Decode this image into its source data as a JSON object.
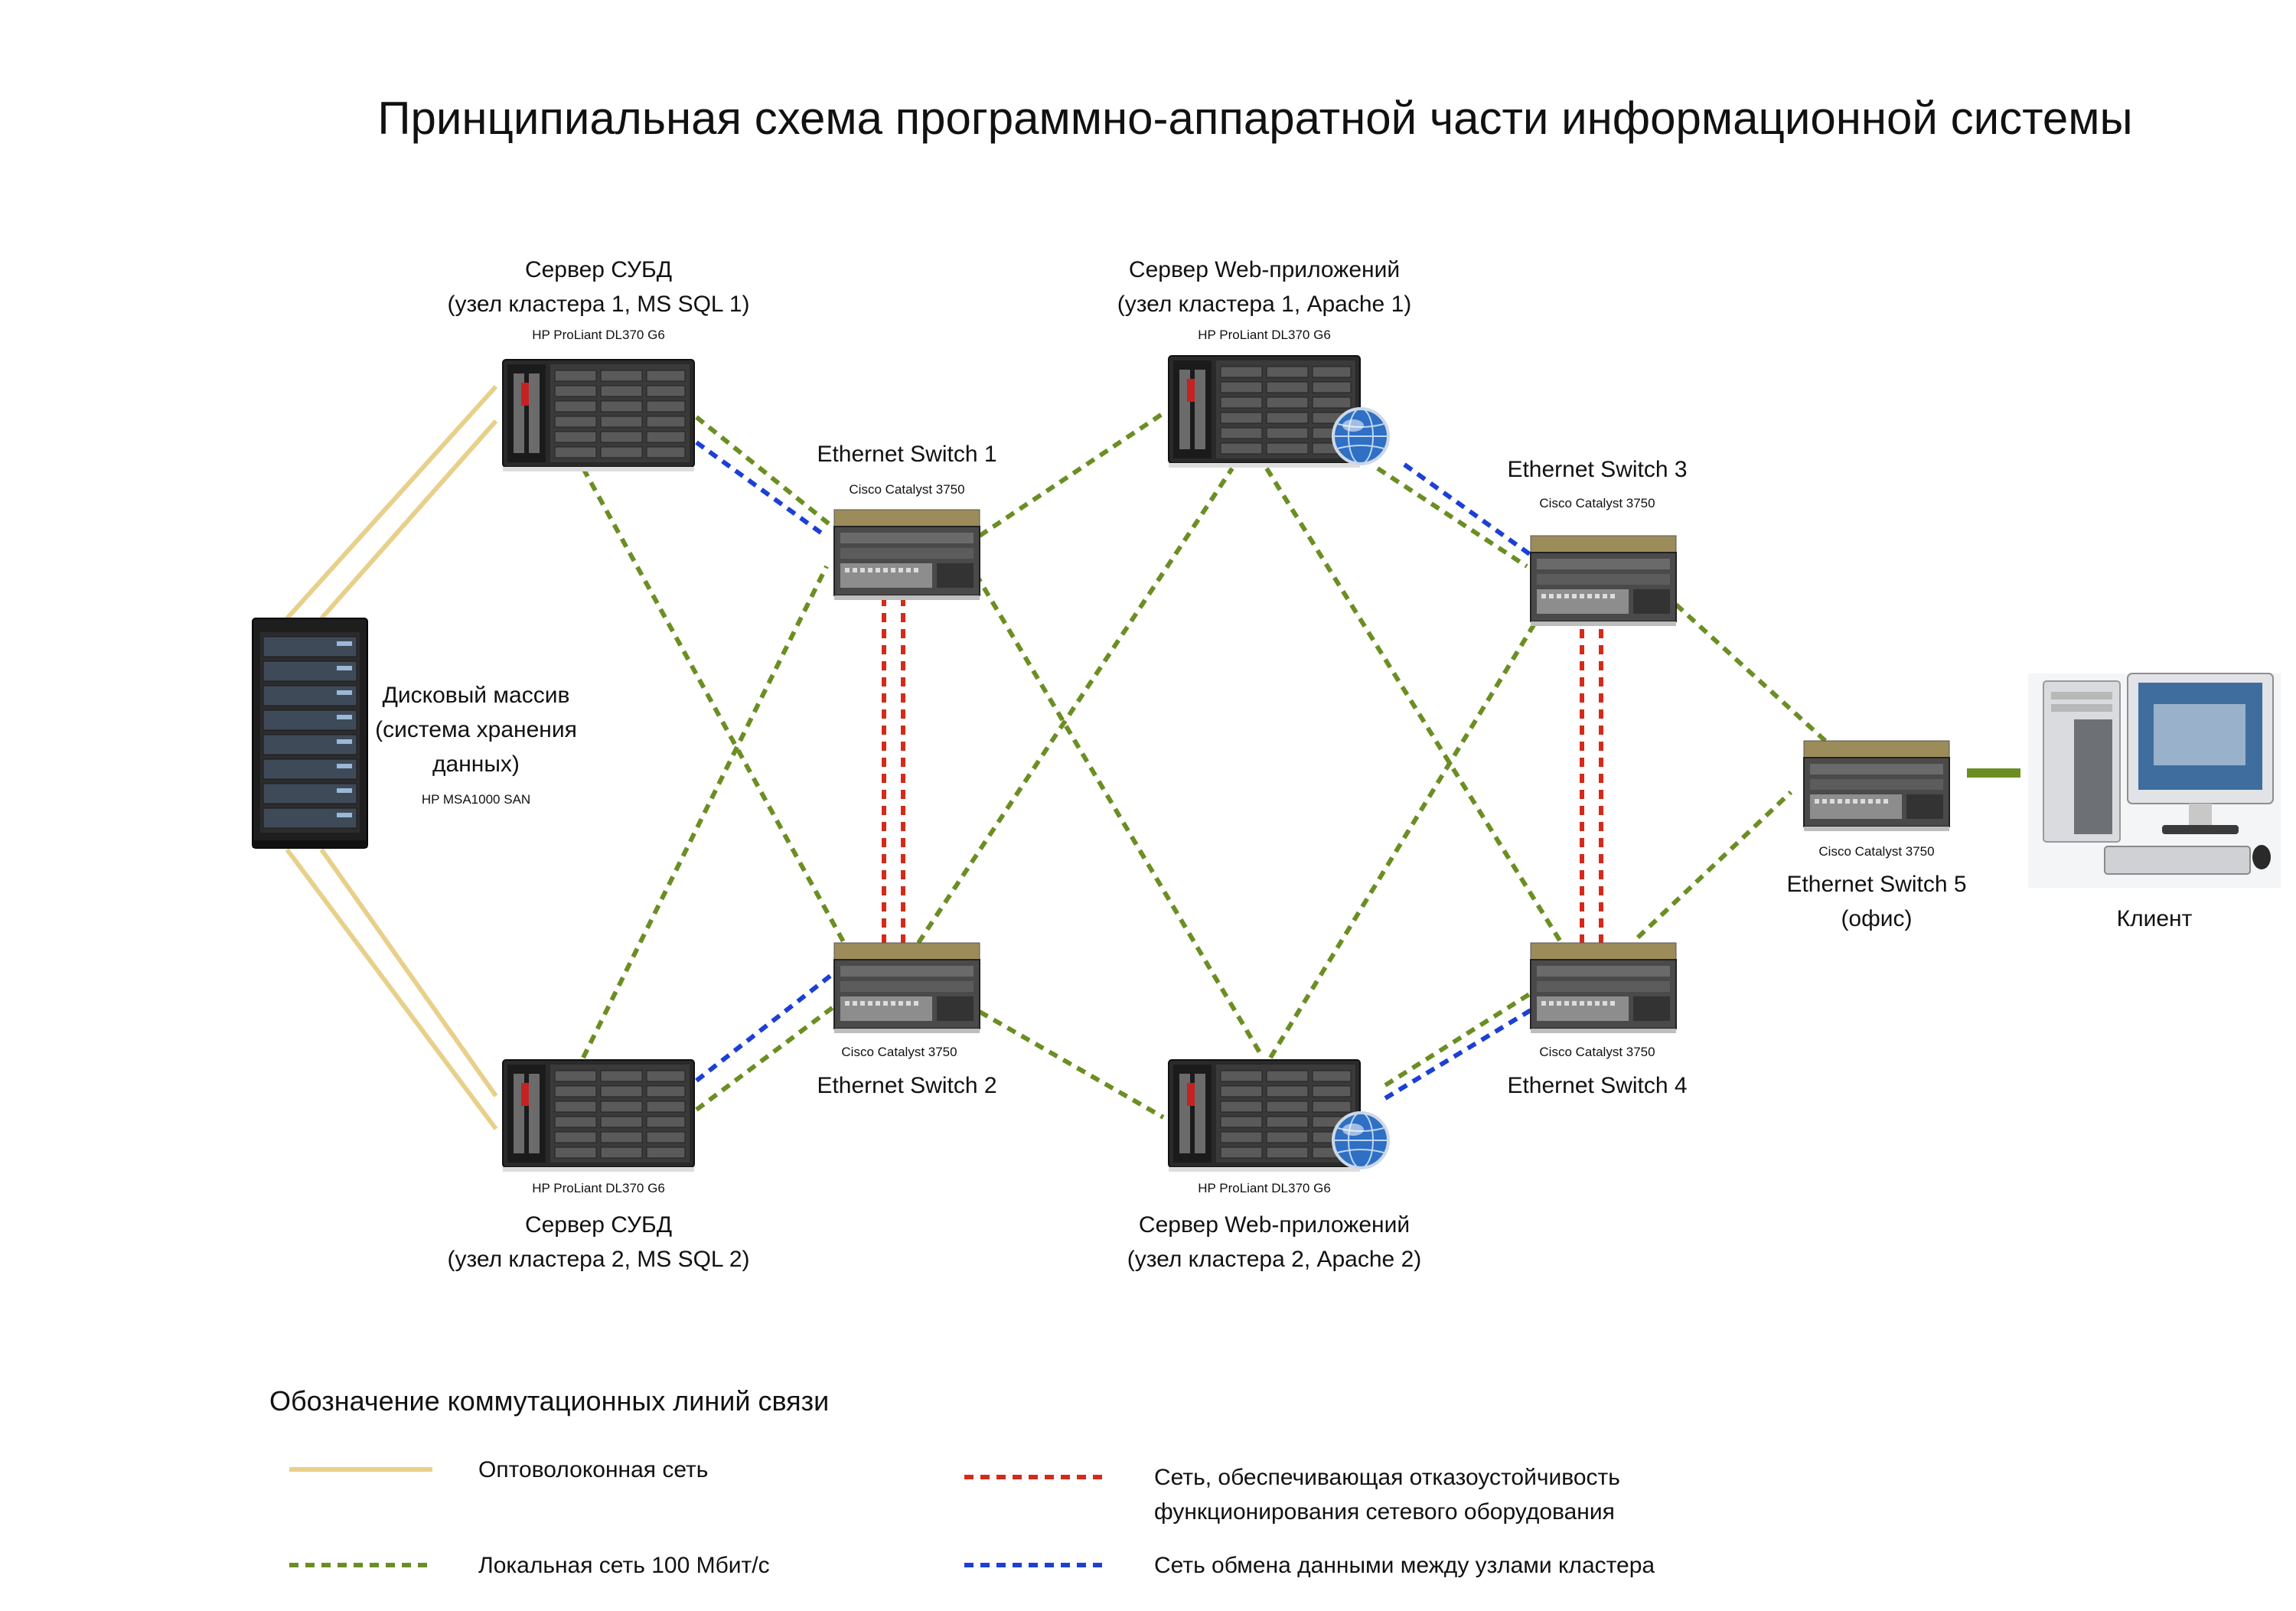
{
  "title": "Принципиальная схема программно-аппаратной части информационной системы",
  "colors": {
    "fiber": "#e8d08a",
    "lan": "#6b8e23",
    "redundancy": "#d42a1a",
    "cluster": "#1c3fd6",
    "client_link": "#6b8e23"
  },
  "nodes": {
    "san": {
      "line1": "Дисковый массив",
      "line2": "(система хранения",
      "line3": "данных)",
      "model": "HP MSA1000 SAN",
      "icon": "disk-array-icon"
    },
    "db1": {
      "line1": "Сервер СУБД",
      "line2": "(узел кластера 1, MS SQL 1)",
      "model": "HP ProLiant DL370 G6",
      "icon": "rack-server-icon"
    },
    "db2": {
      "line1": "Сервер СУБД",
      "line2": "(узел кластера 2, MS SQL 2)",
      "model": "HP ProLiant DL370 G6",
      "icon": "rack-server-icon"
    },
    "web1": {
      "line1": "Сервер Web-приложений",
      "line2": "(узел кластера 1, Apache 1)",
      "model": "HP ProLiant DL370 G6",
      "icon": "web-server-icon"
    },
    "web2": {
      "line1": "Сервер Web-приложений",
      "line2": "(узел кластера 2, Apache 2)",
      "model": "HP ProLiant DL370 G6",
      "icon": "web-server-icon"
    },
    "sw1": {
      "name": "Ethernet Switch 1",
      "model": "Cisco Catalyst 3750",
      "icon": "network-switch-icon"
    },
    "sw2": {
      "name": "Ethernet Switch 2",
      "model": "Cisco Catalyst 3750",
      "icon": "network-switch-icon"
    },
    "sw3": {
      "name": "Ethernet Switch 3",
      "model": "Cisco Catalyst 3750",
      "icon": "network-switch-icon"
    },
    "sw4": {
      "name": "Ethernet Switch 4",
      "model": "Cisco Catalyst 3750",
      "icon": "network-switch-icon"
    },
    "sw5": {
      "name": "Ethernet Switch 5",
      "name2": "(офис)",
      "model": "Cisco Catalyst 3750",
      "icon": "network-switch-icon"
    },
    "client": {
      "name": "Клиент",
      "icon": "workstation-icon"
    }
  },
  "links": [
    {
      "from": "san",
      "to": "db1",
      "type": "fiber"
    },
    {
      "from": "san",
      "to": "db2",
      "type": "fiber"
    },
    {
      "from": "db1",
      "to": "sw1",
      "type": "lan"
    },
    {
      "from": "db1",
      "to": "sw1",
      "type": "cluster"
    },
    {
      "from": "db1",
      "to": "sw2",
      "type": "lan"
    },
    {
      "from": "db2",
      "to": "sw1",
      "type": "lan"
    },
    {
      "from": "db2",
      "to": "sw2",
      "type": "lan"
    },
    {
      "from": "db2",
      "to": "sw2",
      "type": "cluster"
    },
    {
      "from": "sw1",
      "to": "sw2",
      "type": "redundancy"
    },
    {
      "from": "sw1",
      "to": "web1",
      "type": "lan"
    },
    {
      "from": "sw1",
      "to": "web2",
      "type": "lan"
    },
    {
      "from": "sw2",
      "to": "web1",
      "type": "lan"
    },
    {
      "from": "sw2",
      "to": "web2",
      "type": "lan"
    },
    {
      "from": "web1",
      "to": "sw3",
      "type": "lan"
    },
    {
      "from": "web1",
      "to": "sw3",
      "type": "cluster"
    },
    {
      "from": "web1",
      "to": "sw4",
      "type": "lan"
    },
    {
      "from": "web2",
      "to": "sw3",
      "type": "lan"
    },
    {
      "from": "web2",
      "to": "sw4",
      "type": "lan"
    },
    {
      "from": "web2",
      "to": "sw4",
      "type": "cluster"
    },
    {
      "from": "sw3",
      "to": "sw4",
      "type": "redundancy"
    },
    {
      "from": "sw3",
      "to": "sw5",
      "type": "lan"
    },
    {
      "from": "sw4",
      "to": "sw5",
      "type": "lan"
    },
    {
      "from": "sw5",
      "to": "client",
      "type": "client_link"
    }
  ],
  "legend": {
    "title": "Обозначение коммутационных линий связи",
    "items": [
      {
        "type": "fiber",
        "label": "Оптоволоконная сеть"
      },
      {
        "type": "lan",
        "label": "Локальная сеть 100 Мбит/с"
      },
      {
        "type": "redundancy",
        "label": "Сеть, обеспечивающая отказоустойчивость",
        "label2": "функционирования сетевого оборудования"
      },
      {
        "type": "cluster",
        "label": "Сеть обмена данными между узлами кластера"
      }
    ]
  }
}
